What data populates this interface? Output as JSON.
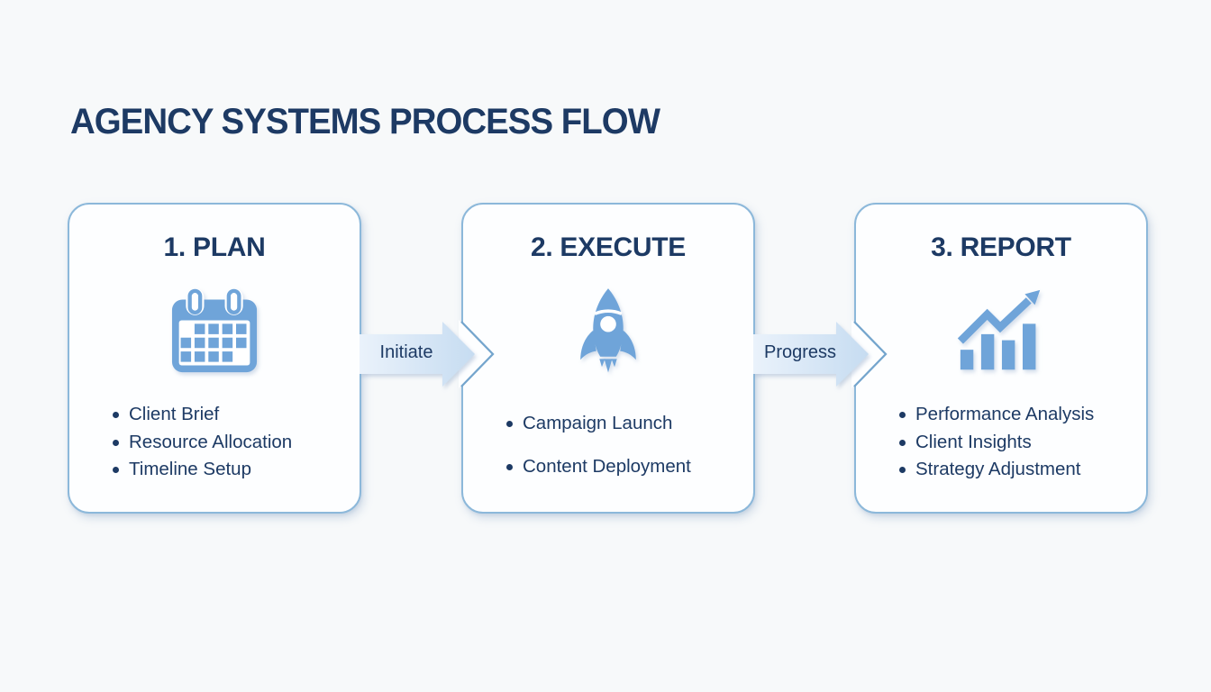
{
  "header": {
    "title": "AGENCY SYSTEMS PROCESS FLOW"
  },
  "steps": [
    {
      "heading": "1. PLAN",
      "icon": "calendar-icon",
      "items": [
        "Client Brief",
        "Resource Allocation",
        "Timeline Setup"
      ]
    },
    {
      "heading": "2. EXECUTE",
      "icon": "rocket-icon",
      "items": [
        "Campaign Launch",
        "Content Deployment"
      ]
    },
    {
      "heading": "3. REPORT",
      "icon": "bar-chart-icon",
      "items": [
        "Performance Analysis",
        "Client Insights",
        "Strategy Adjustment"
      ]
    }
  ],
  "connectors": [
    {
      "label": "Initiate"
    },
    {
      "label": "Progress"
    }
  ],
  "colors": {
    "navy": "#1d3a64",
    "pageBg": "#f7f9fa",
    "cardBg": "#fdfeff",
    "cardBorder": "#8cb8da",
    "chevron": "#74a5cd",
    "iconBlue": "#6fa4d9",
    "arrowLight": "#eaf2fb",
    "arrowDark": "#c6dcf1"
  }
}
